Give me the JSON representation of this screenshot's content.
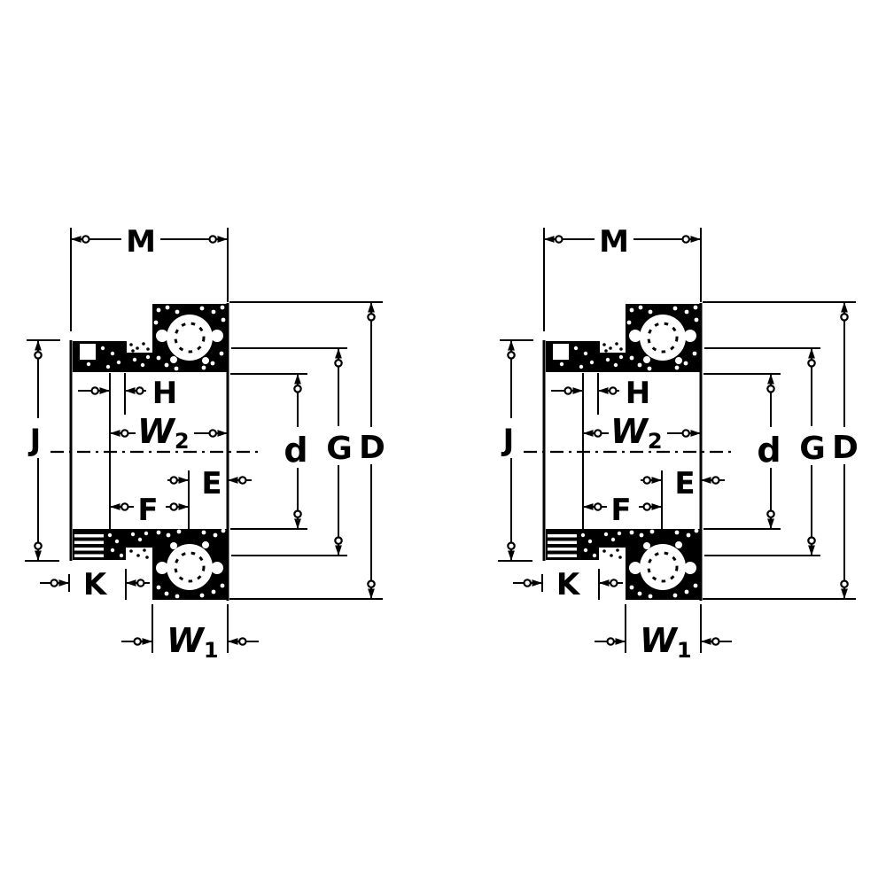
{
  "colors": {
    "ink": "#000000",
    "background": "#ffffff"
  },
  "diagrams": [
    {
      "name": "left bearing cross-section",
      "labels": {
        "m": "M",
        "j": "J",
        "h": "H",
        "w2_main": "W",
        "w2_sub": "2",
        "e": "E",
        "f": "F",
        "k": "K",
        "w1_main": "W",
        "w1_sub": "1",
        "d_bore": "d",
        "g": "G",
        "d_outer": "D"
      }
    },
    {
      "name": "right bearing cross-section",
      "labels": {
        "m": "M",
        "j": "J",
        "h": "H",
        "w2_main": "W",
        "w2_sub": "2",
        "e": "E",
        "f": "F",
        "k": "K",
        "w1_main": "W",
        "w1_sub": "1",
        "d_bore": "d",
        "g": "G",
        "d_outer": "D"
      }
    }
  ]
}
